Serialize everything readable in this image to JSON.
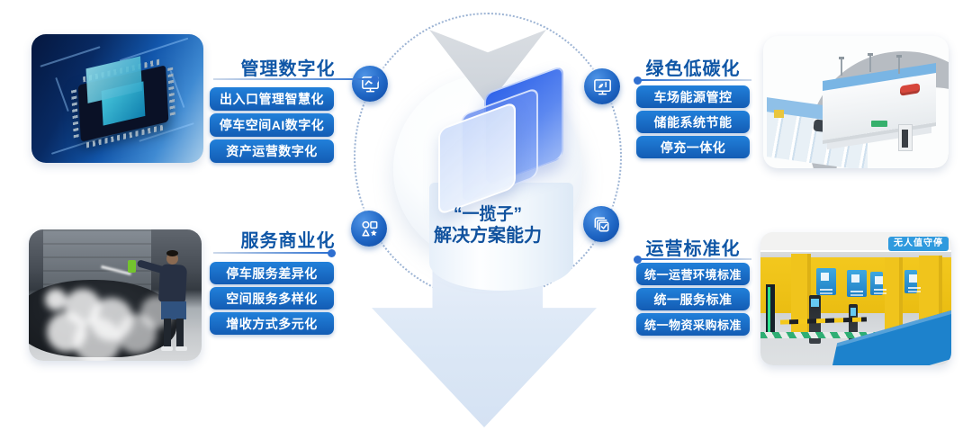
{
  "center": {
    "line1": "“一揽子”",
    "line2": "解决方案能力"
  },
  "groups": [
    {
      "title": "管理数字化",
      "icon": "monitor-chart-icon",
      "items": [
        "出入口管理智慧化",
        "停车空间AI数字化",
        "资产运营数字化"
      ]
    },
    {
      "title": "绿色低碳化",
      "icon": "eco-monitor-icon",
      "items": [
        "车场能源管控",
        "储能系统节能",
        "停充一体化"
      ]
    },
    {
      "title": "服务商业化",
      "icon": "shapes-icon",
      "items": [
        "停车服务差异化",
        "空间服务多样化",
        "增收方式多元化"
      ]
    },
    {
      "title": "运营标准化",
      "icon": "stacked-check-icon",
      "items": [
        "统一运营环境标准",
        "统一服务标准",
        "统一物资采购标准"
      ]
    }
  ],
  "photos": {
    "top_left": {
      "alt": "circuit-board-chip-photo"
    },
    "top_right": {
      "alt": "smart-parking-3d-render"
    },
    "bottom_left": {
      "alt": "car-wash-service-photo"
    },
    "bottom_right": {
      "alt": "parking-garage-photo",
      "banner_text": "无人值守停"
    }
  },
  "colors": {
    "title_blue": "#0f56a6",
    "pill_gradient_top": "#2180da",
    "pill_gradient_bottom": "#135cb4",
    "icon_circle_blue": "#1f66c4",
    "ring_dotted": "#9db4d4",
    "big_arrow_fill": "#dce8f6",
    "pane_blue": "#2f63e9"
  }
}
